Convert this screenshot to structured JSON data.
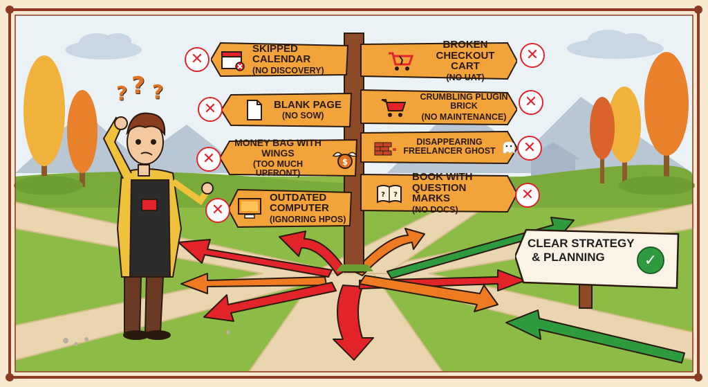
{
  "signs_left": [
    {
      "main": "Skipped Calendar",
      "sub": "(No Discovery)",
      "icon": "calendar-icon"
    },
    {
      "main": "Blank Page",
      "sub": "(No SOW)",
      "icon": "blank-page-icon"
    },
    {
      "main": "Money Bag With Wings",
      "sub": "(Too Much Upfront)",
      "icon": "money-bag-wings-icon"
    },
    {
      "main": "Outdated Computer",
      "sub": "(Ignoring HPOS)",
      "icon": "computer-icon"
    }
  ],
  "signs_right": [
    {
      "main": "Broken Checkout Cart",
      "sub": "(No UAT)",
      "icon": "broken-cart-icon"
    },
    {
      "main": "Crumbling Plugin Brick",
      "sub": "(No Maintenance)",
      "icon": "crumbling-cart-icon"
    },
    {
      "main": "Disappearing Freelancer Ghost",
      "sub": "",
      "icon": "bricks-ghost-icon"
    },
    {
      "main": "Book With Question Marks",
      "sub": "(No Docs)",
      "icon": "book-question-icon"
    }
  ],
  "question_marks": [
    "?",
    "?",
    "?"
  ],
  "clear_sign": {
    "line1": "Clear Strategy",
    "line2": "& Planning"
  },
  "colors": {
    "sign_wood": "#f2a33a",
    "error_red": "#e3232a",
    "success_green": "#2f9b3f",
    "arrow_orange": "#ee7b22",
    "sky": "#eaf2f6",
    "grass": "#8cbc45",
    "path": "#ead6ae",
    "frame": "#8c3b22"
  }
}
